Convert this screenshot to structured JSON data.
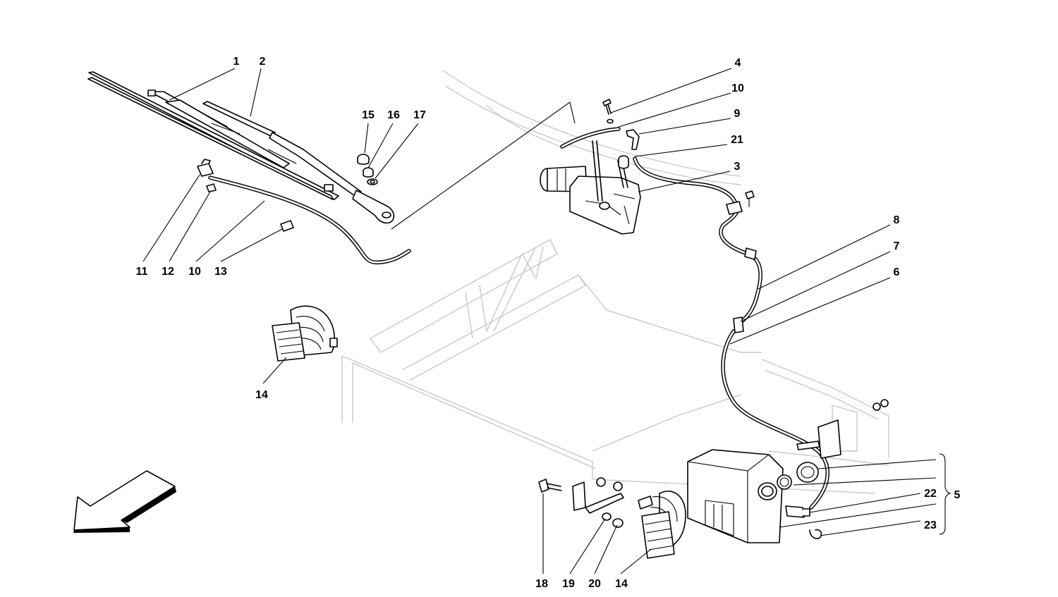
{
  "callouts": [
    {
      "id": "c1",
      "text": "1"
    },
    {
      "id": "c2",
      "text": "2"
    },
    {
      "id": "c15",
      "text": "15"
    },
    {
      "id": "c16",
      "text": "16"
    },
    {
      "id": "c17",
      "text": "17"
    },
    {
      "id": "c11",
      "text": "11"
    },
    {
      "id": "c12",
      "text": "12"
    },
    {
      "id": "c10a",
      "text": "10"
    },
    {
      "id": "c13",
      "text": "13"
    },
    {
      "id": "c4",
      "text": "4"
    },
    {
      "id": "c10b",
      "text": "10"
    },
    {
      "id": "c9",
      "text": "9"
    },
    {
      "id": "c21",
      "text": "21"
    },
    {
      "id": "c3",
      "text": "3"
    },
    {
      "id": "c8",
      "text": "8"
    },
    {
      "id": "c7",
      "text": "7"
    },
    {
      "id": "c6",
      "text": "6"
    },
    {
      "id": "c14a",
      "text": "14"
    },
    {
      "id": "c22",
      "text": "22"
    },
    {
      "id": "c5",
      "text": "5"
    },
    {
      "id": "c23",
      "text": "23"
    },
    {
      "id": "c18",
      "text": "18"
    },
    {
      "id": "c19",
      "text": "19"
    },
    {
      "id": "c20",
      "text": "20"
    },
    {
      "id": "c14b",
      "text": "14"
    }
  ]
}
